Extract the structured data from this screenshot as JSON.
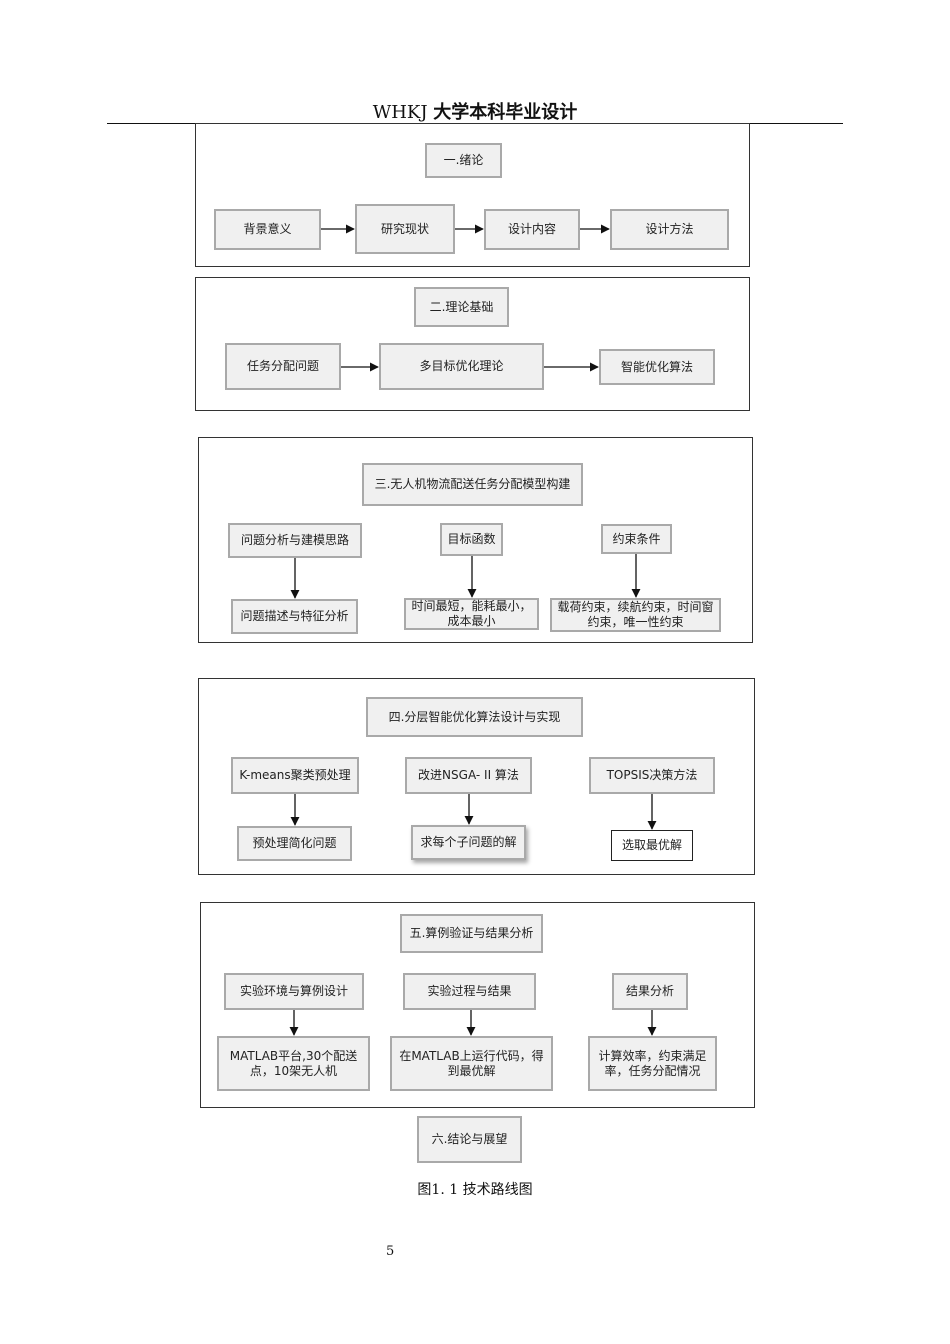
{
  "header": {
    "prefix": "WHKJ",
    "title": "大学本科毕业设计"
  },
  "sections": {
    "s1": {
      "title": "一.绪论",
      "n1": "背景意义",
      "n2": "研究现状",
      "n3": "设计内容",
      "n4": "设计方法"
    },
    "s2": {
      "title": "二.理论基础",
      "n1": "任务分配问题",
      "n2": "多目标优化理论",
      "n3": "智能优化算法"
    },
    "s3": {
      "title": "三.无人机物流配送任务分配模型构建",
      "c1_top": "问题分析与建模思路",
      "c1_bottom": "问题描述与特征分析",
      "c2_top": "目标函数",
      "c2_bottom": "时间最短，能耗最小，成本最小",
      "c3_top": "约束条件",
      "c3_bottom": "载荷约束，续航约束，时间窗约束，唯一性约束"
    },
    "s4": {
      "title": "四.分层智能优化算法设计与实现",
      "c1_top": "K-means聚类预处理",
      "c1_bottom": "预处理简化问题",
      "c2_top": "改进NSGA- II 算法",
      "c2_bottom": "求每个子问题的解",
      "c3_top": "TOPSIS决策方法",
      "c3_bottom": "选取最优解"
    },
    "s5": {
      "title": "五.算例验证与结果分析",
      "c1_top": "实验环境与算例设计",
      "c1_bottom": "MATLAB平台,30个配送点，10架无人机",
      "c2_top": "实验过程与结果",
      "c2_bottom": "在MATLAB上运行代码，得到最优解",
      "c3_top": "结果分析",
      "c3_bottom": "计算效率，约束满足率，任务分配情况"
    },
    "s6": {
      "title": "六.结论与展望"
    }
  },
  "caption": "图1. 1 技术路线图",
  "page_number": "5"
}
